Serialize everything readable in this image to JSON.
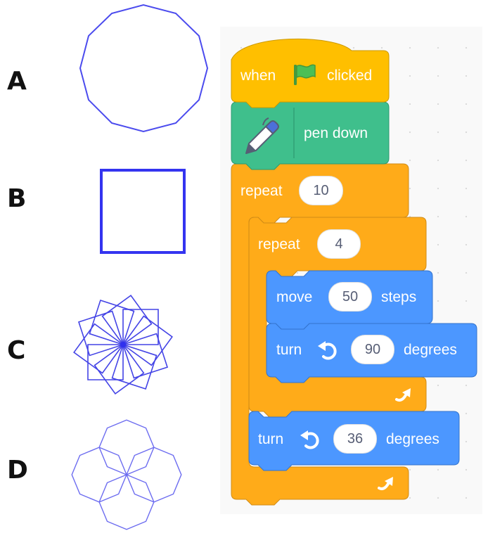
{
  "options": [
    {
      "letter": "A",
      "description": "dodecagon"
    },
    {
      "letter": "B",
      "description": "square"
    },
    {
      "letter": "C",
      "description": "rotated squares star"
    },
    {
      "letter": "D",
      "description": "overlapping octagons"
    }
  ],
  "script": {
    "hat": {
      "word1": "when",
      "icon": "green-flag-icon",
      "word2": "clicked"
    },
    "pen": {
      "icon": "pen-icon",
      "label": "pen down"
    },
    "outer_repeat": {
      "label": "repeat",
      "value": "10"
    },
    "inner_repeat": {
      "label": "repeat",
      "value": "4"
    },
    "move": {
      "label": "move",
      "value": "50",
      "suffix": "steps"
    },
    "turn_inner": {
      "label": "turn",
      "icon": "rotate-left-icon",
      "value": "90",
      "suffix": "degrees"
    },
    "turn_outer": {
      "label": "turn",
      "icon": "rotate-left-icon",
      "value": "36",
      "suffix": "degrees"
    },
    "loop_icon": "loop-arrow-icon"
  },
  "colors": {
    "events": "#ffbf00",
    "pen": "#3fbf8c",
    "control": "#ffab19",
    "motion": "#4c97ff",
    "shape_stroke": "#4b4bee"
  }
}
